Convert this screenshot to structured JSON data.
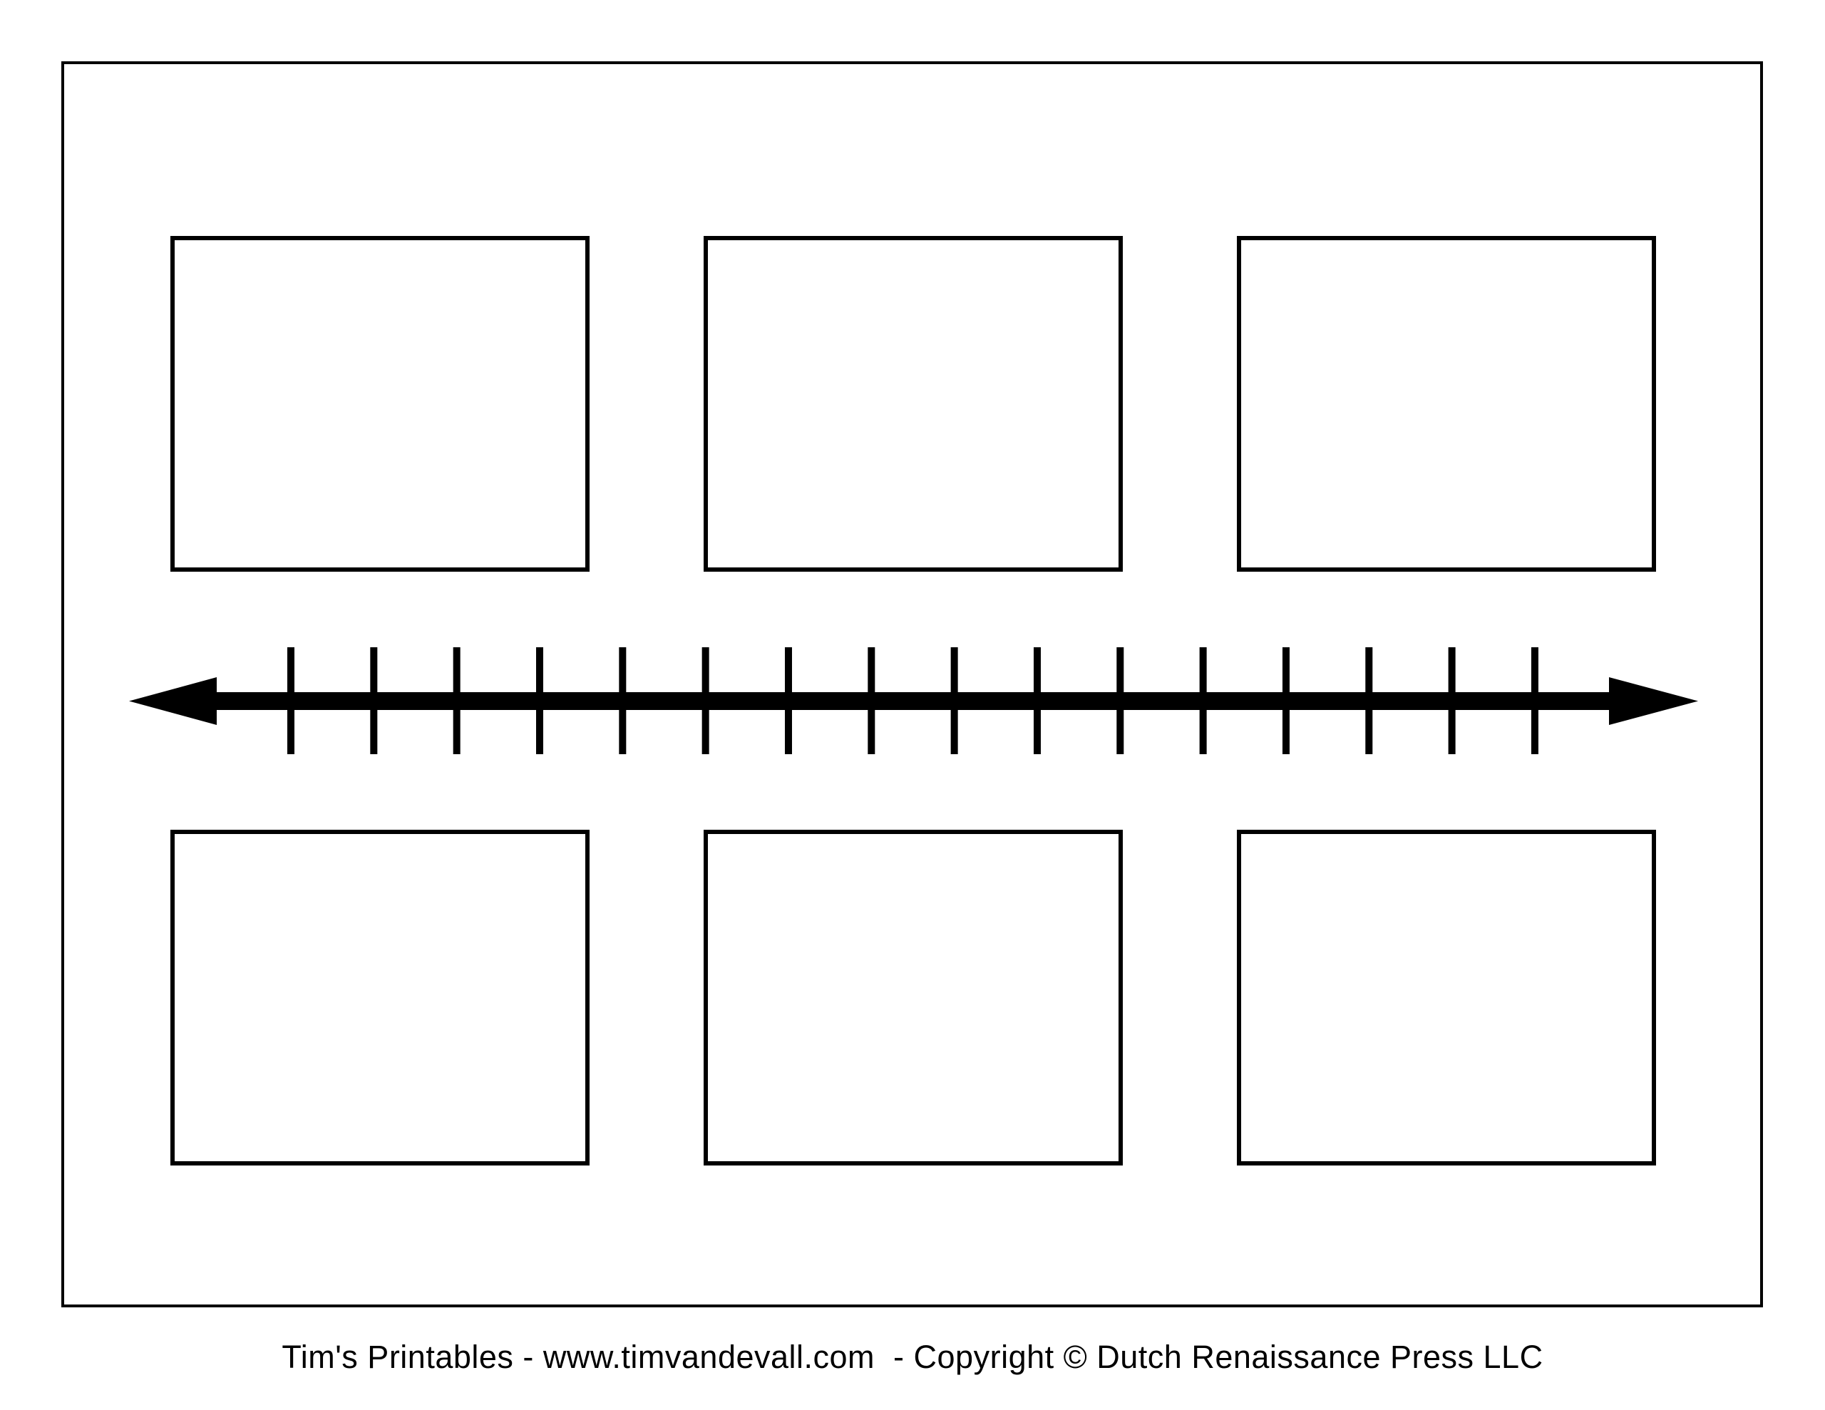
{
  "colors": {
    "ink": "#000000",
    "background": "#ffffff"
  },
  "timeline": {
    "tick_count": 16,
    "arrow_style": "double-headed"
  },
  "boxes": {
    "top_count": 3,
    "bottom_count": 3
  },
  "footer": {
    "credit_text": "Tim's Printables - www.timvandevall.com  - Copyright © Dutch Renaissance Press LLC"
  }
}
